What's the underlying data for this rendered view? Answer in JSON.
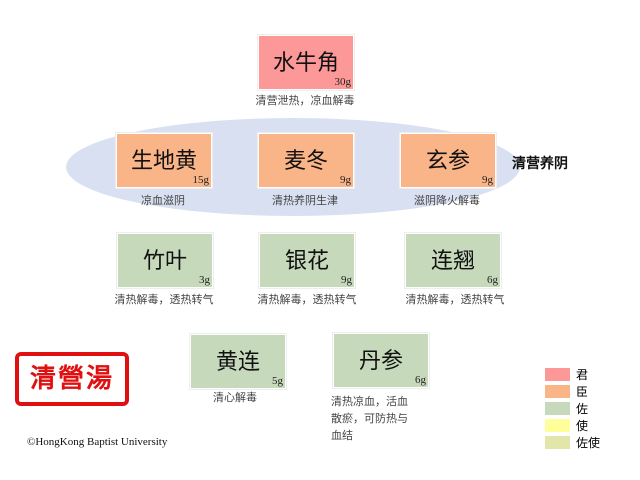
{
  "herbs": [
    {
      "name": "水牛角",
      "dose": "30g",
      "desc": "清营泄热，凉血解毒",
      "role": "君"
    },
    {
      "name": "生地黄",
      "dose": "15g",
      "desc": "凉血滋阴",
      "role": "臣"
    },
    {
      "name": "麦冬",
      "dose": "9g",
      "desc": "清热养阴生津",
      "role": "臣"
    },
    {
      "name": "玄参",
      "dose": "9g",
      "desc": "滋阴降火解毒",
      "role": "臣"
    },
    {
      "name": "竹叶",
      "dose": "3g",
      "desc": "清热解毒，透热转气",
      "role": "佐"
    },
    {
      "name": "银花",
      "dose": "9g",
      "desc": "清热解毒，透热转气",
      "role": "佐"
    },
    {
      "name": "连翘",
      "dose": "6g",
      "desc": "清热解毒，透热转气",
      "role": "佐"
    },
    {
      "name": "黄连",
      "dose": "5g",
      "desc": "清心解毒",
      "role": "佐"
    },
    {
      "name": "丹参",
      "dose": "6g",
      "desc": "清热凉血，活血散瘀，可防热与血结",
      "role": "佐"
    }
  ],
  "group_label": "清营养阴",
  "seal_text": "清營湯",
  "copyright": "©HongKong Baptist University",
  "legend": [
    {
      "label": "君",
      "color": "#fd9898"
    },
    {
      "label": "臣",
      "color": "#f9b488"
    },
    {
      "label": "佐",
      "color": "#c6d9bb"
    },
    {
      "label": "使",
      "color": "#fefe9a"
    },
    {
      "label": "佐使",
      "color": "#e2e6a8"
    }
  ]
}
